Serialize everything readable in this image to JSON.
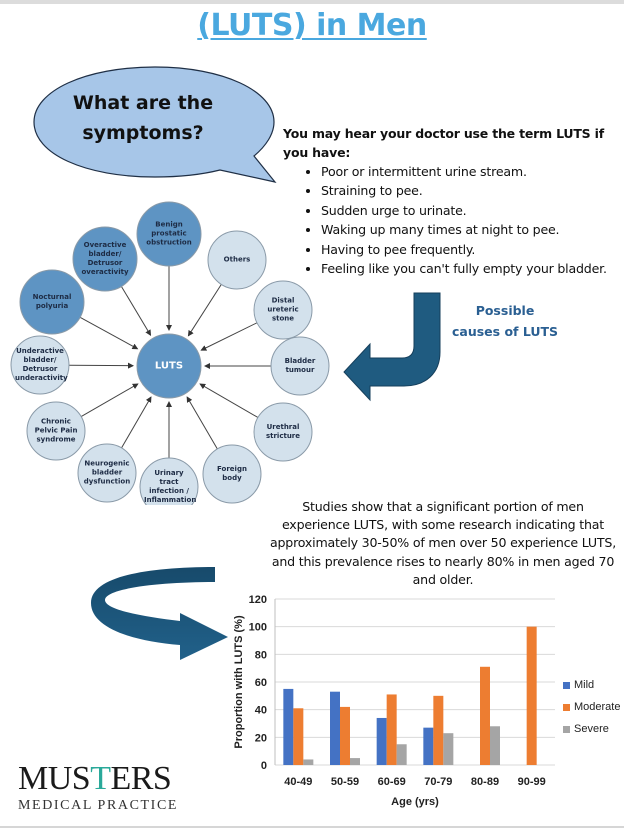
{
  "title": "(LUTS) in Men",
  "bubble": {
    "line1": "What are the",
    "line2": "symptoms?"
  },
  "intro": {
    "lead": "You may hear your doctor use the term LUTS if you have:",
    "symptoms": [
      "Poor or intermittent urine stream.",
      "Straining to pee.",
      "Sudden urge to urinate.",
      "Waking up many times at night to pee.",
      "Having to pee frequently.",
      "Feeling like you can't fully empty your bladder."
    ]
  },
  "diagram": {
    "hub": "LUTS",
    "causes": [
      {
        "label": "Benign prostatic obstruction",
        "tone": "dark"
      },
      {
        "label": "Others",
        "tone": "light"
      },
      {
        "label": "Distal ureteric stone",
        "tone": "light"
      },
      {
        "label": "Bladder tumour",
        "tone": "light"
      },
      {
        "label": "Urethral stricture",
        "tone": "light"
      },
      {
        "label": "Foreign body",
        "tone": "light"
      },
      {
        "label": "Urinary tract infection / Inflammation",
        "tone": "light"
      },
      {
        "label": "Neurogenic bladder dysfunction",
        "tone": "light"
      },
      {
        "label": "Chronic Pelvic Pain syndrome",
        "tone": "light"
      },
      {
        "label": "Underactive bladder/ Detrusor underactivity",
        "tone": "light"
      },
      {
        "label": "Nocturnal polyuria",
        "tone": "dark"
      },
      {
        "label": "Overactive bladder/ Detrusor overactivity",
        "tone": "dark"
      }
    ],
    "colors": {
      "dark": "#5e94c3",
      "light": "#d3e1ec",
      "hub": "#5e94c3",
      "stroke": "#8a9aa8"
    }
  },
  "causes_callout": {
    "line1": "Possible",
    "line2": "causes of LUTS"
  },
  "studies_text": "Studies show that a significant portion of men experience LUTS, with some research indicating that approximately 30-50% of men over 50 experience LUTS, and this prevalence rises to nearly 80% in men aged 70 and older.",
  "chart_data": {
    "type": "bar",
    "title": "",
    "xlabel": "Age (yrs)",
    "ylabel": "Proportion with LUTS (%)",
    "ylim": [
      0,
      120
    ],
    "yticks": [
      0,
      20,
      40,
      60,
      80,
      100,
      120
    ],
    "grid": true,
    "legend_position": "right",
    "categories": [
      "40-49",
      "50-59",
      "60-69",
      "70-79",
      "80-89",
      "90-99"
    ],
    "series": [
      {
        "name": "Mild",
        "color": "#4472c4",
        "values": [
          55,
          53,
          34,
          27,
          0,
          0
        ]
      },
      {
        "name": "Moderate",
        "color": "#ed7d31",
        "values": [
          41,
          42,
          51,
          50,
          71,
          100
        ]
      },
      {
        "name": "Severe",
        "color": "#a5a5a5",
        "values": [
          4,
          5,
          15,
          23,
          28,
          0
        ]
      }
    ]
  },
  "logo": {
    "brand_pre": "MUS",
    "brand_t": "T",
    "brand_post": "ERS",
    "subtitle": "MEDICAL PRACTICE"
  },
  "colors": {
    "title": "#4aa8df",
    "arrow": "#1f5b80",
    "callout": "#2a5f92"
  }
}
